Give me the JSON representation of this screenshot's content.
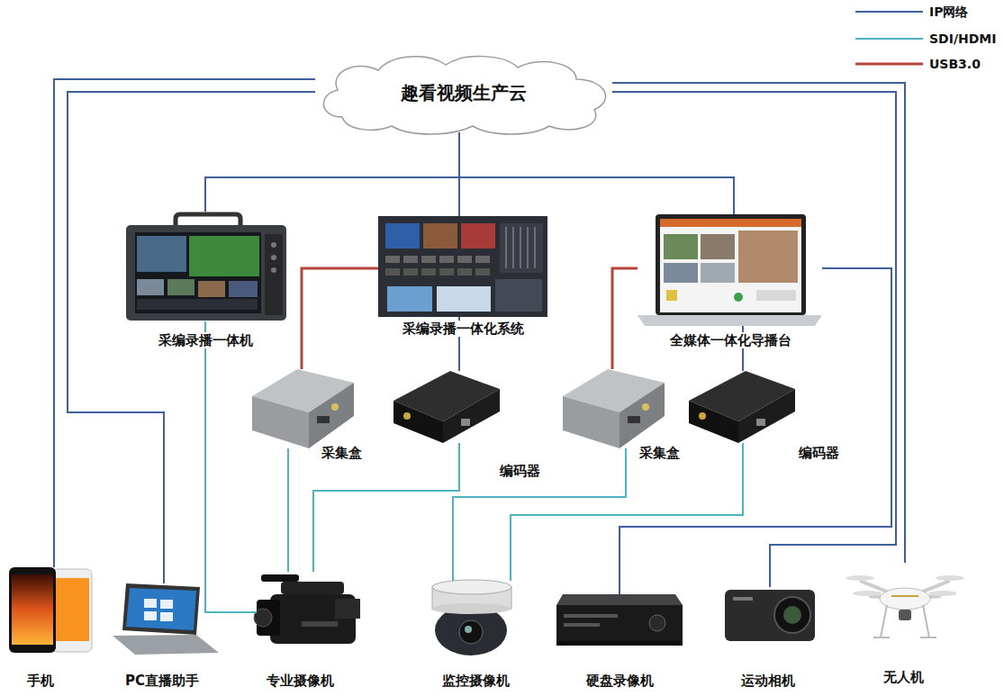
{
  "diagram": {
    "nodes": [
      {
        "text": [
          "趣看视频生产云"
        ]
      },
      {
        "text": [
          "采编录播一体机"
        ]
      },
      {
        "text": [
          "采编录播一体化系统"
        ]
      },
      {
        "text": [
          "全媒体一体化导播台"
        ]
      },
      {
        "text": [
          "采集盒"
        ]
      },
      {
        "text": [
          "编码器"
        ]
      },
      {
        "text": [
          "采集盒"
        ]
      },
      {
        "text": [
          "编码器"
        ]
      },
      {
        "text": [
          "手机"
        ]
      },
      {
        "text": [
          "PC直播助手"
        ]
      },
      {
        "text": [
          "专业摄像机"
        ]
      },
      {
        "text": [
          "监控摄像机"
        ]
      },
      {
        "text": [
          "硬盘录像机"
        ]
      },
      {
        "text": [
          "运动相机"
        ]
      },
      {
        "text": [
          "无人机"
        ]
      }
    ],
    "edges": [
      {
        "from": 0,
        "to": 1,
        "arrow": "none"
      },
      {
        "from": 0,
        "to": 2,
        "arrow": "none"
      },
      {
        "from": 0,
        "to": 3,
        "arrow": "none"
      },
      {
        "from": 0,
        "to": 8,
        "arrow": "none"
      },
      {
        "from": 0,
        "to": 9,
        "arrow": "none"
      },
      {
        "from": 0,
        "to": 14,
        "arrow": "none"
      },
      {
        "from": 0,
        "to": 13,
        "arrow": "none"
      },
      {
        "from": 3,
        "to": 12,
        "arrow": "none"
      },
      {
        "from": 2,
        "to": 5,
        "arrow": "none"
      },
      {
        "from": 3,
        "to": 7,
        "arrow": "none"
      },
      {
        "from": 4,
        "to": 2,
        "arrow": "none"
      },
      {
        "from": 6,
        "to": 3,
        "arrow": "none"
      },
      {
        "from": 1,
        "to": 10,
        "arrow": "none"
      },
      {
        "from": 4,
        "to": 10,
        "arrow": "none"
      },
      {
        "from": 5,
        "to": 10,
        "arrow": "none"
      },
      {
        "from": 6,
        "to": 11,
        "arrow": "none"
      },
      {
        "from": 7,
        "to": 11,
        "arrow": "none"
      }
    ],
    "legend": [
      {
        "text": "IP网络"
      },
      {
        "text": "SDI/HDMI"
      },
      {
        "text": "USB3.0"
      }
    ]
  }
}
